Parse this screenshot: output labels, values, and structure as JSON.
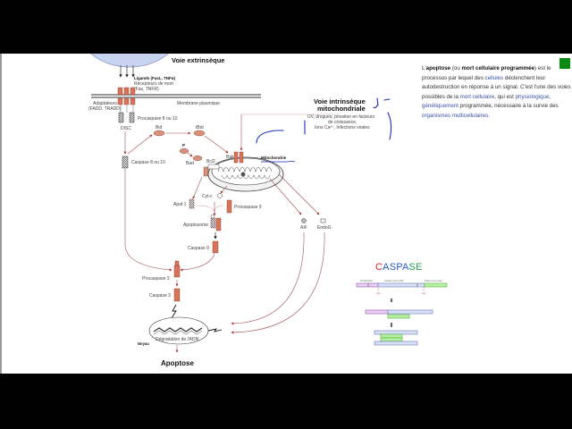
{
  "diagram": {
    "title_extrinsic": "Voie extrinsèque",
    "ligands": "Ligands (FasL, TNFα)",
    "receptors_line1": "Récepteurs de mort",
    "receptors_line2": "(Fas, TNFR)",
    "membrane": "Membrane plasmique",
    "adaptors_line1": "Adaptateurs",
    "adaptors_line2": "(FADD, TRADD)",
    "disc": "DISC",
    "procaspase_8_10": "Procaspase 8 ou 10",
    "caspase_8_10": "Caspase 8 ou 10",
    "bid": "Bid",
    "tbid": "tBid",
    "p": "P",
    "bad": "Bad",
    "bcl2": "Bcl2",
    "bak": "Bak",
    "mitochondria": "Mitochondrie",
    "cytc": "Cyt-c",
    "apaf1": "Apaf 1",
    "procaspase_9": "Procaspase 9",
    "apoptosome": "Apoptosome",
    "caspase_9": "Caspase 9",
    "procaspase_3": "Procaspase 3",
    "caspase_3": "Caspase 3",
    "aif": "AIF",
    "endog": "EndoG",
    "dna_degradation": "Dégradation de l'ADN",
    "nucleus": "Noyau",
    "apoptosis": "Apoptose",
    "title_intrinsic_line1": "Voie intrinsèque",
    "title_intrinsic_line2": "mitochondriale",
    "intrinsic_causes_line1": "UV, drogues, privation en facteurs",
    "intrinsic_causes_line2": "de croissance,",
    "intrinsic_causes_line3": "Ions Ca²⁺, Infections virales"
  },
  "wiki": {
    "t1": "L'",
    "b1": "apoptose",
    "t2": " (ou ",
    "b2": "mort cellulaire programmée",
    "t3": ") est le processus par lequel des ",
    "l1": "cellules",
    "t4": " déclenchent leur autodestruction en réponse à un signal. C'est l'une des voies possibles de la ",
    "l2": "mort cellulaire",
    "t5": ", qui est ",
    "l3": "physiologique",
    "t6": ", ",
    "l4": "génétiquement",
    "t7": " programmée, nécessaire à la survie des ",
    "l5": "organismes multicellulaires",
    "t8": "."
  },
  "caspase_figure": {
    "title_letters": [
      "C",
      "A",
      "S",
      "P",
      "A",
      "S",
      "E"
    ],
    "title_colors": [
      "#d42020",
      "#2a58c8",
      "#2a58c8",
      "#2a58c8",
      "#2a58c8",
      "#2aa050",
      "#2aa050"
    ],
    "domain_labels": [
      "Prodomaine",
      "Grande sous-unité",
      "Petite sous-unité"
    ],
    "cleavage_site": "Asp"
  },
  "colors": {
    "caspase_fill": "#d9735a",
    "arrow": "#a03a3a",
    "annotation_ink": "#1a2fb8",
    "accent_square": "#0a8a12"
  }
}
